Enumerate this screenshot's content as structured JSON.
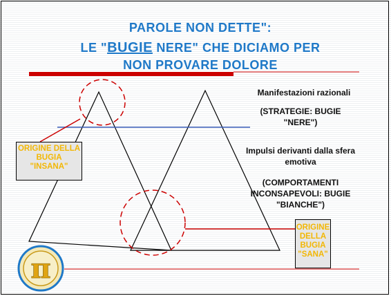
{
  "title": {
    "line1": "PAROLE NON DETTE\":",
    "line2_before": "LE \"",
    "line2_highlight": "BUGIE",
    "line2_after": " NERE\" CHE DICIAMO PER",
    "line3": "NON PROVARE DOLORE"
  },
  "labels": {
    "rational": "Manifestazioni razionali",
    "strategies": "(STRATEGIE: BUGIE \"NERE\")",
    "impulses": "Impulsi derivanti dalla sfera emotiva",
    "behaviours": "(COMPORTAMENTI INCONSAPEVOLI: BUGIE \"BIANCHE\")"
  },
  "boxes": {
    "insane_origin": "ORIGINE DELLA BUGIA \"INSANA\"",
    "sane_origin": "ORIGINE DELLA BUGIA \"SANA\""
  },
  "logo_symbol": "π",
  "colors": {
    "title": "#1f79c8",
    "red": "#cc0000",
    "blue": "#3a5fb8",
    "box_text": "#f2b705",
    "box_bg": "#e6e6e6"
  }
}
